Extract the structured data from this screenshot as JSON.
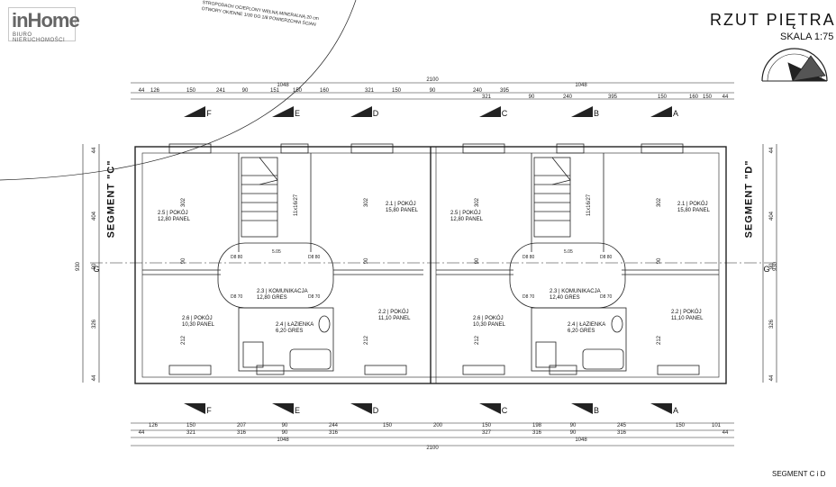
{
  "header": {
    "logo_main": "inHome",
    "logo_sub": "BIURO NIERUCHOMOŚCI",
    "title": "RZUT PIĘTRA",
    "scale": "SKALA 1:75",
    "note_line1": "STROPODACH  OCIEPLONY WEŁNĄ MINERALNĄ 20 cm",
    "note_line2": "OTWORY OKIENNE 1/30 DO 1/8 POWIERZCHNI ŚCIAN"
  },
  "footer": {
    "label": "SEGMENT C i D"
  },
  "segments": {
    "left": "SEGMENT \"C\"",
    "right": "SEGMENT \"D\""
  },
  "dimensions": {
    "top_total": "2100",
    "top_halves": [
      "1048",
      "1048"
    ],
    "top_row1": [
      "44",
      "126",
      "150",
      "241",
      "90",
      "151",
      "150",
      "160",
      "321",
      "150",
      "90",
      "240",
      "395"
    ],
    "top_row2": [
      "321",
      "90",
      "240",
      "395",
      "150",
      "160",
      "150",
      "44"
    ],
    "bottom_row1": [
      "126",
      "150",
      "207",
      "90",
      "244",
      "150",
      "200",
      "150",
      "198",
      "90",
      "245",
      "150",
      "101"
    ],
    "bottom_row2": [
      "44",
      "321",
      "316",
      "90",
      "316",
      "327",
      "316",
      "90",
      "316",
      "44"
    ],
    "bottom_halves": [
      "1048",
      "1048"
    ],
    "bottom_total": "2100",
    "left_side": [
      "44",
      "404",
      "90",
      "326",
      "44"
    ],
    "right_side": [
      "44",
      "404",
      "90",
      "326",
      "44"
    ],
    "side_total": "930"
  },
  "rooms": {
    "left": [
      {
        "no": "2.1",
        "name": "POKÓJ",
        "area": "15,80",
        "floor": "PANEL"
      },
      {
        "no": "2.5",
        "name": "POKÓJ",
        "area": "12,80",
        "floor": "PANEL"
      },
      {
        "no": "2.6",
        "name": "POKÓJ",
        "area": "10,30",
        "floor": "PANEL"
      },
      {
        "no": "2.2",
        "name": "POKÓJ",
        "area": "11,10",
        "floor": "PANEL"
      },
      {
        "no": "2.3",
        "name": "KOMUNIKACJA",
        "area": "12,80",
        "floor": "GRES"
      },
      {
        "no": "2.4",
        "name": "ŁAZIENKA",
        "area": "6,20",
        "floor": "GRES"
      }
    ],
    "right": [
      {
        "no": "2.1",
        "name": "POKÓJ",
        "area": "15,80",
        "floor": "PANEL"
      },
      {
        "no": "2.5",
        "name": "POKÓJ",
        "area": "12,80",
        "floor": "PANEL"
      },
      {
        "no": "2.6",
        "name": "POKÓJ",
        "area": "10,30",
        "floor": "PANEL"
      },
      {
        "no": "2.2",
        "name": "POKÓJ",
        "area": "11,10",
        "floor": "PANEL"
      },
      {
        "no": "2.3",
        "name": "KOMUNIKACJA",
        "area": "12,40",
        "floor": "GRES"
      },
      {
        "no": "2.4",
        "name": "ŁAZIENKA",
        "area": "6,20",
        "floor": "GRES"
      }
    ]
  },
  "axes": {
    "top": [
      "F",
      "E",
      "D",
      "C",
      "B",
      "A"
    ],
    "bottom": [
      "F",
      "E",
      "D",
      "C",
      "B",
      "A"
    ],
    "horizontal": "G"
  },
  "vertical_dims": {
    "room_heights": [
      "302",
      "90",
      "212"
    ],
    "stair_label": "11x16/27"
  },
  "door_tags": [
    "D8 80",
    "D8 70",
    "D8 80",
    "D8 70"
  ],
  "level_mark": "5.05"
}
